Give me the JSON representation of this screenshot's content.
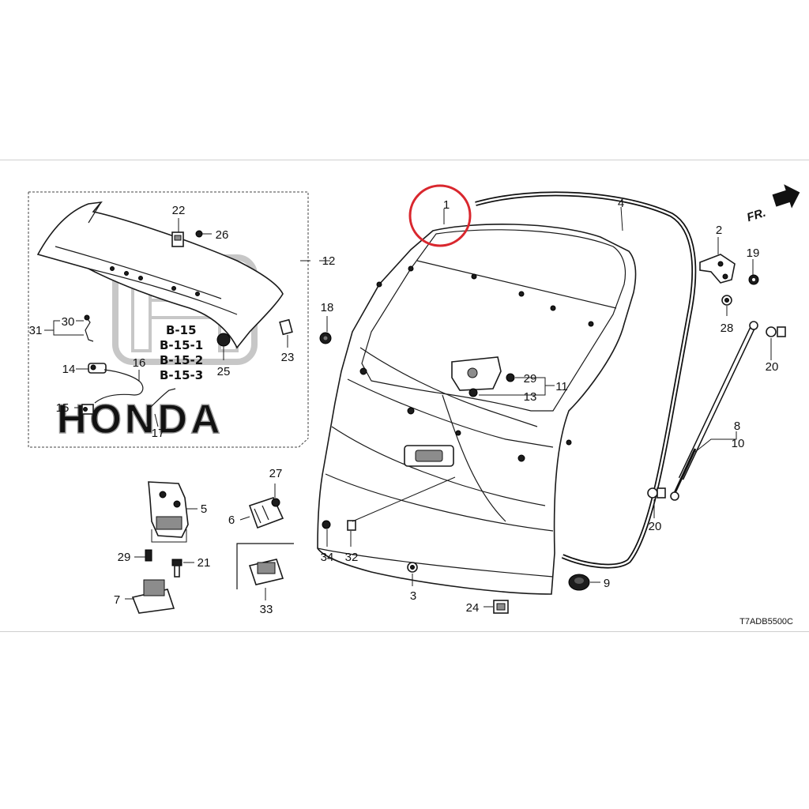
{
  "watermark": {
    "brand": "HONDA"
  },
  "direction_marker": "FR.",
  "diagram_code": "T7ADB5500C",
  "highlight": {
    "part": "1",
    "color": "#d9272e"
  },
  "references": [
    "B-15",
    "B-15-1",
    "B-15-2",
    "B-15-3"
  ],
  "callouts": {
    "p1": "1",
    "p2": "2",
    "p3": "3",
    "p4": "4",
    "p5": "5",
    "p6": "6",
    "p7": "7",
    "p8": "8",
    "p9": "9",
    "p10": "10",
    "p11": "11",
    "p12": "12",
    "p13": "13",
    "p14": "14",
    "p15": "15",
    "p16": "16",
    "p17": "17",
    "p18": "18",
    "p19": "19",
    "p20a": "20",
    "p20b": "20",
    "p21": "21",
    "p22": "22",
    "p23": "23",
    "p24": "24",
    "p25": "25",
    "p26": "26",
    "p27": "27",
    "p28": "28",
    "p29a": "29",
    "p29b": "29",
    "p30": "30",
    "p31": "31",
    "p32": "32",
    "p33": "33",
    "p34": "34"
  }
}
